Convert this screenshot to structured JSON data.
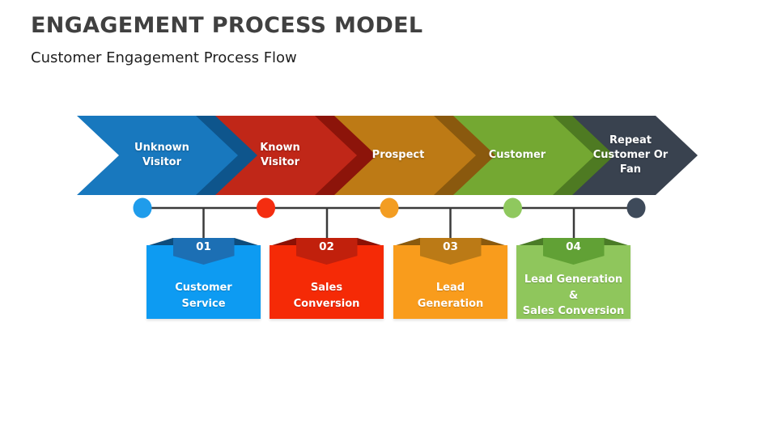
{
  "slide": {
    "title": "ENGAGEMENT PROCESS MODEL",
    "subtitle": "Customer Engagement Process Flow",
    "title_color": "#404040"
  },
  "stages": [
    {
      "label": "Unknown\nVisitor",
      "color": "#1878BE",
      "shadow": "#0E558C"
    },
    {
      "label": "Known\nVisitor",
      "color": "#C02718",
      "shadow": "#8C140A"
    },
    {
      "label": "Prospect",
      "color": "#BD7A15",
      "shadow": "#8A590E"
    },
    {
      "label": "Customer",
      "color": "#74A832",
      "shadow": "#4E7A22"
    },
    {
      "label": "Repeat\nCustomer Or\nFan",
      "color": "#39424F"
    }
  ],
  "timeline": {
    "line_color": "#3A3A3A",
    "dots": [
      {
        "color": "#1F9CEB"
      },
      {
        "color": "#F42D10"
      },
      {
        "color": "#F39D22"
      },
      {
        "color": "#8FC85E"
      },
      {
        "color": "#3E4A5A"
      }
    ]
  },
  "cards": [
    {
      "number": "01",
      "label": "Customer\nService",
      "body_color": "#0D9BF2",
      "banner_color": "#1C6FB4",
      "flap_color": "#0D4C7C"
    },
    {
      "number": "02",
      "label": "Sales\nConversion",
      "body_color": "#F52A06",
      "banner_color": "#C1200C",
      "flap_color": "#8C1105"
    },
    {
      "number": "03",
      "label": "Lead\nGeneration",
      "body_color": "#F99C1C",
      "banner_color": "#BB7A16",
      "flap_color": "#8A5A0E"
    },
    {
      "number": "04",
      "label": "Lead Generation &\nSales Conversion",
      "body_color": "#8FC65C",
      "banner_color": "#61A135",
      "flap_color": "#4A7B27"
    }
  ]
}
